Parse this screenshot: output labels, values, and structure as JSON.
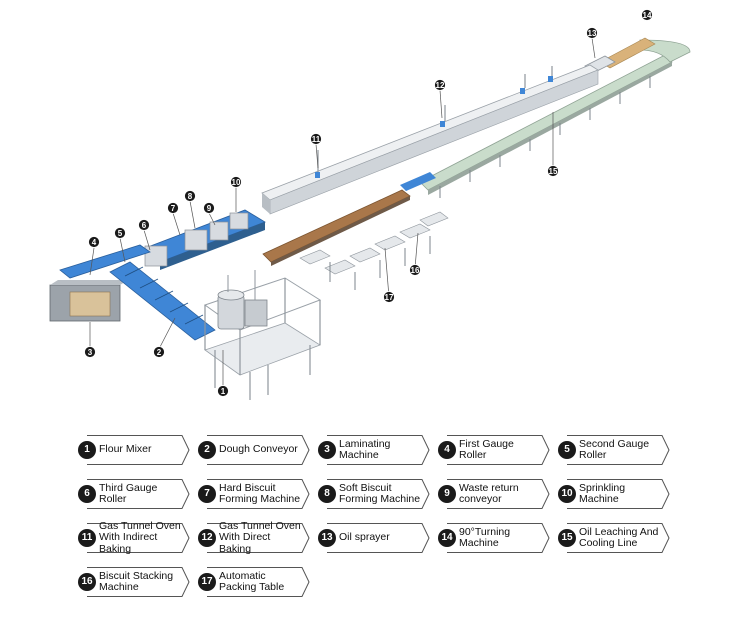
{
  "colors": {
    "badge": "#1a1a1a",
    "belt_blue": "#3f86d6",
    "belt_brown": "#a9774a",
    "belt_green": "#c9dccb",
    "oven_silver": "#dfe3e7",
    "frame_grey": "#8f969d"
  },
  "callouts": [
    {
      "num": "1"
    },
    {
      "num": "2"
    },
    {
      "num": "3"
    },
    {
      "num": "4"
    },
    {
      "num": "5"
    },
    {
      "num": "6"
    },
    {
      "num": "7"
    },
    {
      "num": "8"
    },
    {
      "num": "9"
    },
    {
      "num": "10"
    },
    {
      "num": "11"
    },
    {
      "num": "12"
    },
    {
      "num": "13"
    },
    {
      "num": "14"
    },
    {
      "num": "15"
    },
    {
      "num": "16"
    },
    {
      "num": "17"
    }
  ],
  "legend": [
    {
      "num": "1",
      "label": "Flour Mixer"
    },
    {
      "num": "2",
      "label": "Dough Conveyor"
    },
    {
      "num": "3",
      "label": "Laminating Machine"
    },
    {
      "num": "4",
      "label": "First Gauge Roller"
    },
    {
      "num": "5",
      "label": "Second Gauge Roller"
    },
    {
      "num": "6",
      "label": "Third Gauge Roller"
    },
    {
      "num": "7",
      "label": "Hard Biscuit Forming Machine"
    },
    {
      "num": "8",
      "label": "Soft Biscuit Forming Machine"
    },
    {
      "num": "9",
      "label": "Waste return conveyor"
    },
    {
      "num": "10",
      "label": "Sprinkling Machine"
    },
    {
      "num": "11",
      "label": "Gas Tunnel Oven With Indirect Baking"
    },
    {
      "num": "12",
      "label": "Gas Tunnel Oven With Direct Baking"
    },
    {
      "num": "13",
      "label": "Oil sprayer"
    },
    {
      "num": "14",
      "label": "90°Turning Machine"
    },
    {
      "num": "15",
      "label": "Oil Leaching And Cooling Line"
    },
    {
      "num": "16",
      "label": "Biscuit Stacking Machine"
    },
    {
      "num": "17",
      "label": "Automatic Packing Table"
    }
  ]
}
